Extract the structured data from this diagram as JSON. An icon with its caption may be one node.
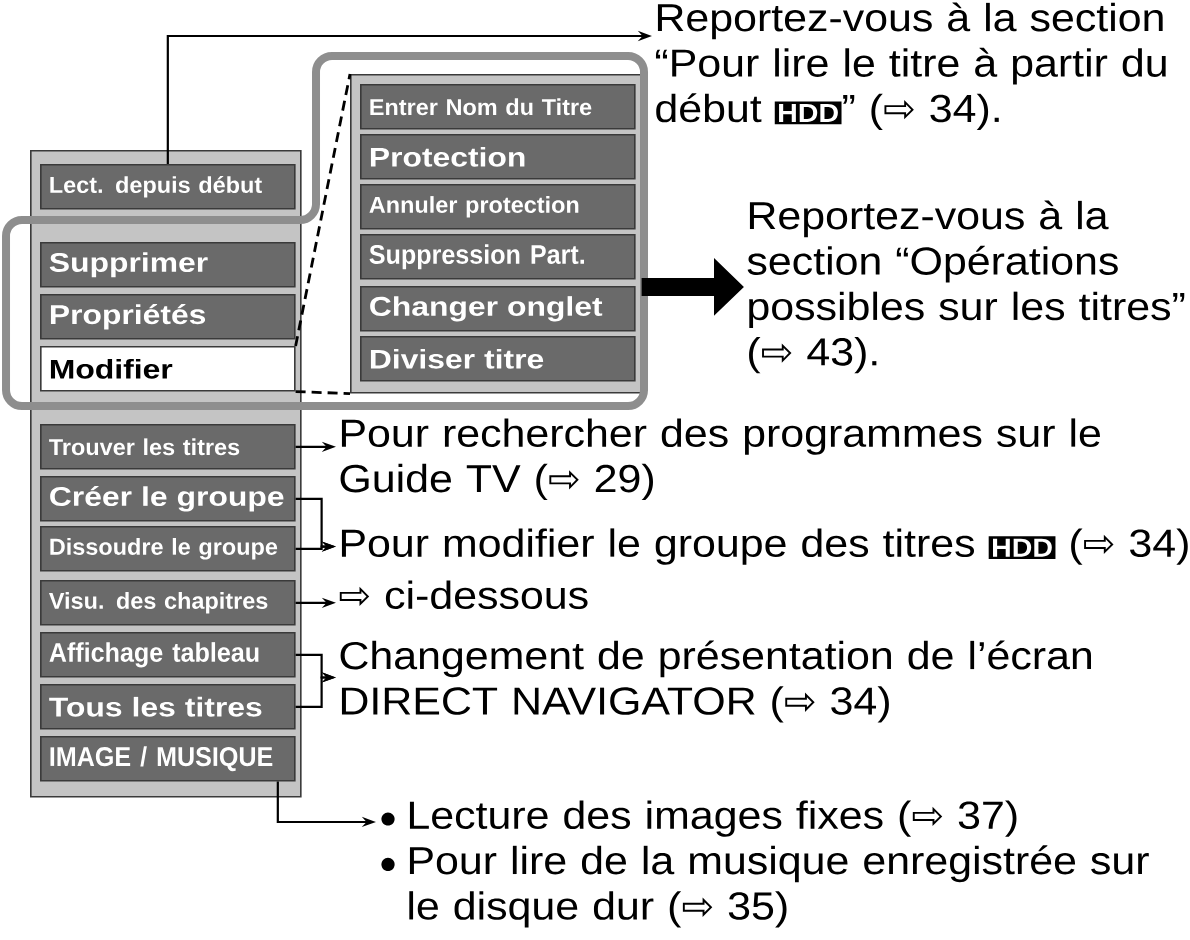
{
  "diagram": {
    "nodes": [
      {
        "text": [],
        "shape": "box"
      },
      {
        "text": [
          "Lect. depuis début"
        ],
        "in": 0
      },
      {
        "text": [
          "Supprimer"
        ],
        "in": 0
      },
      {
        "text": [
          "Propriétés"
        ],
        "in": 0
      },
      {
        "text": [
          "Modifier"
        ],
        "in": 0
      },
      {
        "text": [
          "Trouver les titres"
        ],
        "in": 0
      },
      {
        "text": [
          "Créer le groupe"
        ],
        "in": 0
      },
      {
        "text": [
          "Dissoudre le groupe"
        ],
        "in": 0
      },
      {
        "text": [
          "Visu. des chapitres"
        ],
        "in": 0
      },
      {
        "text": [
          "Affichage tableau"
        ],
        "in": 0
      },
      {
        "text": [
          "Tous les titres"
        ],
        "in": 0
      },
      {
        "text": [
          "IMAGE / MUSIQUE"
        ],
        "in": 0
      },
      {
        "text": [],
        "shape": "box"
      },
      {
        "text": [
          "Entrer Nom du Titre"
        ],
        "in": 12
      },
      {
        "text": [
          "Protection"
        ],
        "in": 12
      },
      {
        "text": [
          "Annuler protection"
        ],
        "in": 12
      },
      {
        "text": [
          "Suppression Part."
        ],
        "in": 12
      },
      {
        "text": [
          "Changer onglet"
        ],
        "in": 12
      },
      {
        "text": [
          "Diviser titre"
        ],
        "in": 12
      },
      {
        "text": [
          "Reportez-vous à la section “Pour lire le titre à partir du début",
          "HDD",
          "” (⇨ 34)."
        ]
      },
      {
        "text": [
          "Reportez-vous à la section “Opérations possibles sur les titres” (⇨ 43)."
        ]
      },
      {
        "text": [
          "Pour rechercher des programmes sur le Guide TV (⇨ 29)"
        ]
      },
      {
        "text": [
          "Pour modifier le groupe des titres",
          "HDD",
          "(⇨ 34)"
        ]
      },
      {
        "text": [
          "⇨ ci-dessous"
        ]
      },
      {
        "text": [
          "Changement de présentation de l’écran DIRECT NAVIGATOR (⇨ 34)"
        ]
      },
      {
        "text": [
          "Lecture des images fixes (⇨ 37)",
          "Pour lire de la musique enregistrée sur le disque dur (⇨ 35)"
        ]
      }
    ],
    "edges": [
      {
        "from": 1,
        "to": 19,
        "arrow": "to"
      },
      {
        "from": 4,
        "to": 12,
        "arrow": "none",
        "style": "dashed"
      },
      {
        "from": 4,
        "to": 12,
        "arrow": "none",
        "style": "dashed"
      },
      {
        "from": 12,
        "to": 20,
        "arrow": "to",
        "style": "thick"
      },
      {
        "from": 5,
        "to": 21,
        "arrow": "to"
      },
      {
        "from": 6,
        "to": 22,
        "arrow": "to"
      },
      {
        "from": 7,
        "to": 22,
        "arrow": "to"
      },
      {
        "from": 8,
        "to": 23,
        "arrow": "to"
      },
      {
        "from": 9,
        "to": 24,
        "arrow": "to"
      },
      {
        "from": 10,
        "to": 24,
        "arrow": "to"
      },
      {
        "from": 11,
        "to": 25,
        "arrow": "to"
      }
    ]
  }
}
